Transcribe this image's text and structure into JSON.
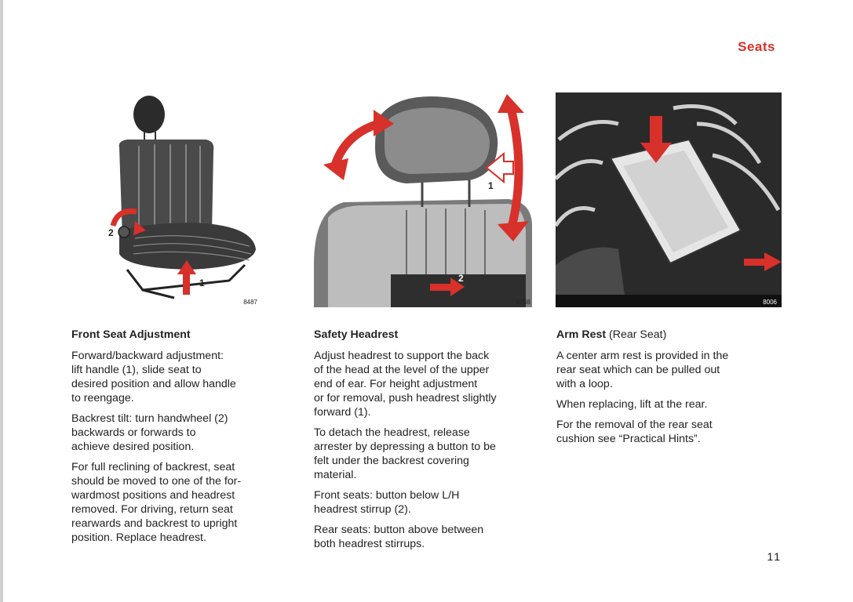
{
  "header": {
    "section_title": "Seats"
  },
  "figures": [
    {
      "code": "8487",
      "callouts": [
        "2",
        "1"
      ]
    },
    {
      "code": "B268",
      "callouts": [
        "1",
        "2"
      ]
    },
    {
      "code": "8006",
      "callouts": []
    }
  ],
  "columns": [
    {
      "heading": "Front Seat Adjustment",
      "heading_sub": "",
      "paragraphs": [
        "Forward/backward adjustment:\nlift handle (1), slide seat to\ndesired position and allow handle\nto reengage.",
        "Backrest tilt: turn handwheel (2)\nbackwards or forwards to\nachieve desired position.",
        "For full reclining of backrest, seat\nshould be moved to one of the for-\nwardmost positions and headrest\nremoved. For driving, return seat\nrearwards and backrest to upright\nposition. Replace headrest."
      ]
    },
    {
      "heading": "Safety Headrest",
      "heading_sub": "",
      "paragraphs": [
        "Adjust headrest to support the back\nof the head at the level of the upper\nend of ear. For height adjustment\nor for removal, push headrest slightly\nforward (1).",
        "To detach the headrest, release\narrester by depressing a button to be\nfelt under the backrest covering\nmaterial.",
        "Front seats: button below L/H\nheadrest stirrup (2).",
        "Rear seats: button above between\nboth headrest stirrups."
      ]
    },
    {
      "heading": "Arm Rest",
      "heading_sub": " (Rear Seat)",
      "paragraphs": [
        "A center arm rest is provided in the\nrear seat which can be pulled out\nwith a loop.",
        "When replacing, lift at the rear.",
        "For the removal of the rear seat\ncushion see “Practical Hints”."
      ]
    }
  ],
  "footer": {
    "page_number": "11"
  },
  "colors": {
    "accent_red": "#d8302a",
    "ink": "#1a1a1a"
  }
}
